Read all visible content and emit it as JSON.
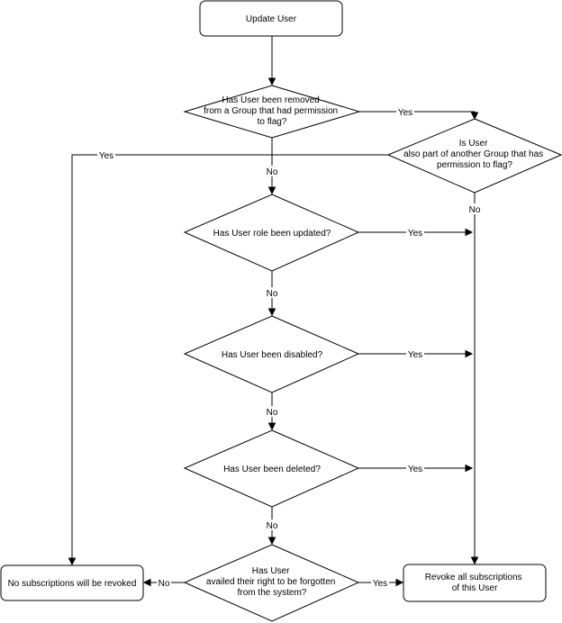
{
  "nodes": {
    "start": {
      "lines": [
        "Update User"
      ]
    },
    "removed_group": {
      "lines": [
        "Has User been removed",
        "from a Group that had permission",
        "to flag?"
      ]
    },
    "other_group": {
      "lines": [
        "Is User",
        "also part of another Group that has",
        "permission to flag?"
      ]
    },
    "role_updated": {
      "lines": [
        "Has User role been updated?"
      ]
    },
    "disabled": {
      "lines": [
        "Has User been disabled?"
      ]
    },
    "deleted": {
      "lines": [
        "Has User been deleted?"
      ]
    },
    "forgotten": {
      "lines": [
        "Has User",
        "availed their right to be forgotten",
        "from the system?"
      ]
    },
    "no_revoke": {
      "lines": [
        "No subscriptions will be revoked"
      ]
    },
    "revoke_all": {
      "lines": [
        "Revoke all subscriptions",
        "of this User"
      ]
    }
  },
  "edge_labels": {
    "removed_yes": "Yes",
    "other_yes": "Yes",
    "other_no": "No",
    "removed_no": "No",
    "role_yes": "Yes",
    "role_no": "No",
    "disabled_yes": "Yes",
    "disabled_no": "No",
    "deleted_yes": "Yes",
    "deleted_no": "No",
    "forgotten_no": "No",
    "forgotten_yes": "Yes"
  }
}
